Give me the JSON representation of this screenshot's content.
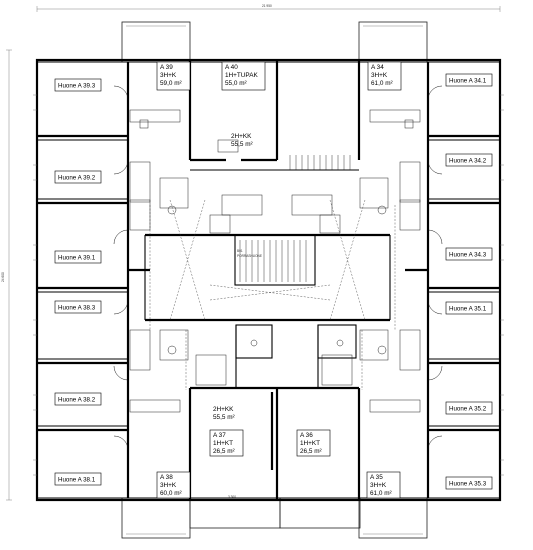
{
  "drawing": {
    "overall_dimension": "21 950",
    "side_dimension": "24 600",
    "bottom_dimension": "3 300",
    "core_label": "PORRASHUONE",
    "core_code": "B01"
  },
  "rooms": [
    {
      "id": "huone-a-39-3",
      "label": "Huone A 39.3"
    },
    {
      "id": "huone-a-39-2",
      "label": "Huone A 39.2"
    },
    {
      "id": "huone-a-39-1",
      "label": "Huone A 39.1"
    },
    {
      "id": "huone-a-38-3",
      "label": "Huone A 38.3"
    },
    {
      "id": "huone-a-38-2",
      "label": "Huone A 38.2"
    },
    {
      "id": "huone-a-38-1",
      "label": "Huone A 38.1"
    },
    {
      "id": "huone-a-34-1",
      "label": "Huone A 34.1"
    },
    {
      "id": "huone-a-34-2",
      "label": "Huone A 34.2"
    },
    {
      "id": "huone-a-34-3",
      "label": "Huone A 34.3"
    },
    {
      "id": "huone-a-35-1",
      "label": "Huone A 35.1"
    },
    {
      "id": "huone-a-35-2",
      "label": "Huone A 35.2"
    },
    {
      "id": "huone-a-35-3",
      "label": "Huone A 35.3"
    }
  ],
  "apartments": [
    {
      "id": "apt-a39",
      "lines": [
        "A 39",
        "3H+K",
        "59,0 m²"
      ]
    },
    {
      "id": "apt-a40",
      "lines": [
        "A 40",
        "1H+TUPAK",
        "55,0 m²"
      ]
    },
    {
      "id": "apt-a34",
      "lines": [
        "A 34",
        "3H+K",
        "61,0 m²"
      ]
    },
    {
      "id": "apt-top-2hkk",
      "lines": [
        "2H+KK",
        "55,5 m²"
      ]
    },
    {
      "id": "apt-bottom-2hkk",
      "lines": [
        "2H+KK",
        "55,5 m²"
      ]
    },
    {
      "id": "apt-a37",
      "lines": [
        "A 37",
        "1H+KT",
        "26,5 m²"
      ]
    },
    {
      "id": "apt-a36",
      "lines": [
        "A 36",
        "1H+KT",
        "26,5 m²"
      ]
    },
    {
      "id": "apt-a38",
      "lines": [
        "A 38",
        "3H+K",
        "60,0 m²"
      ]
    },
    {
      "id": "apt-a35",
      "lines": [
        "A 35",
        "3H+K",
        "61,0 m²"
      ]
    }
  ]
}
